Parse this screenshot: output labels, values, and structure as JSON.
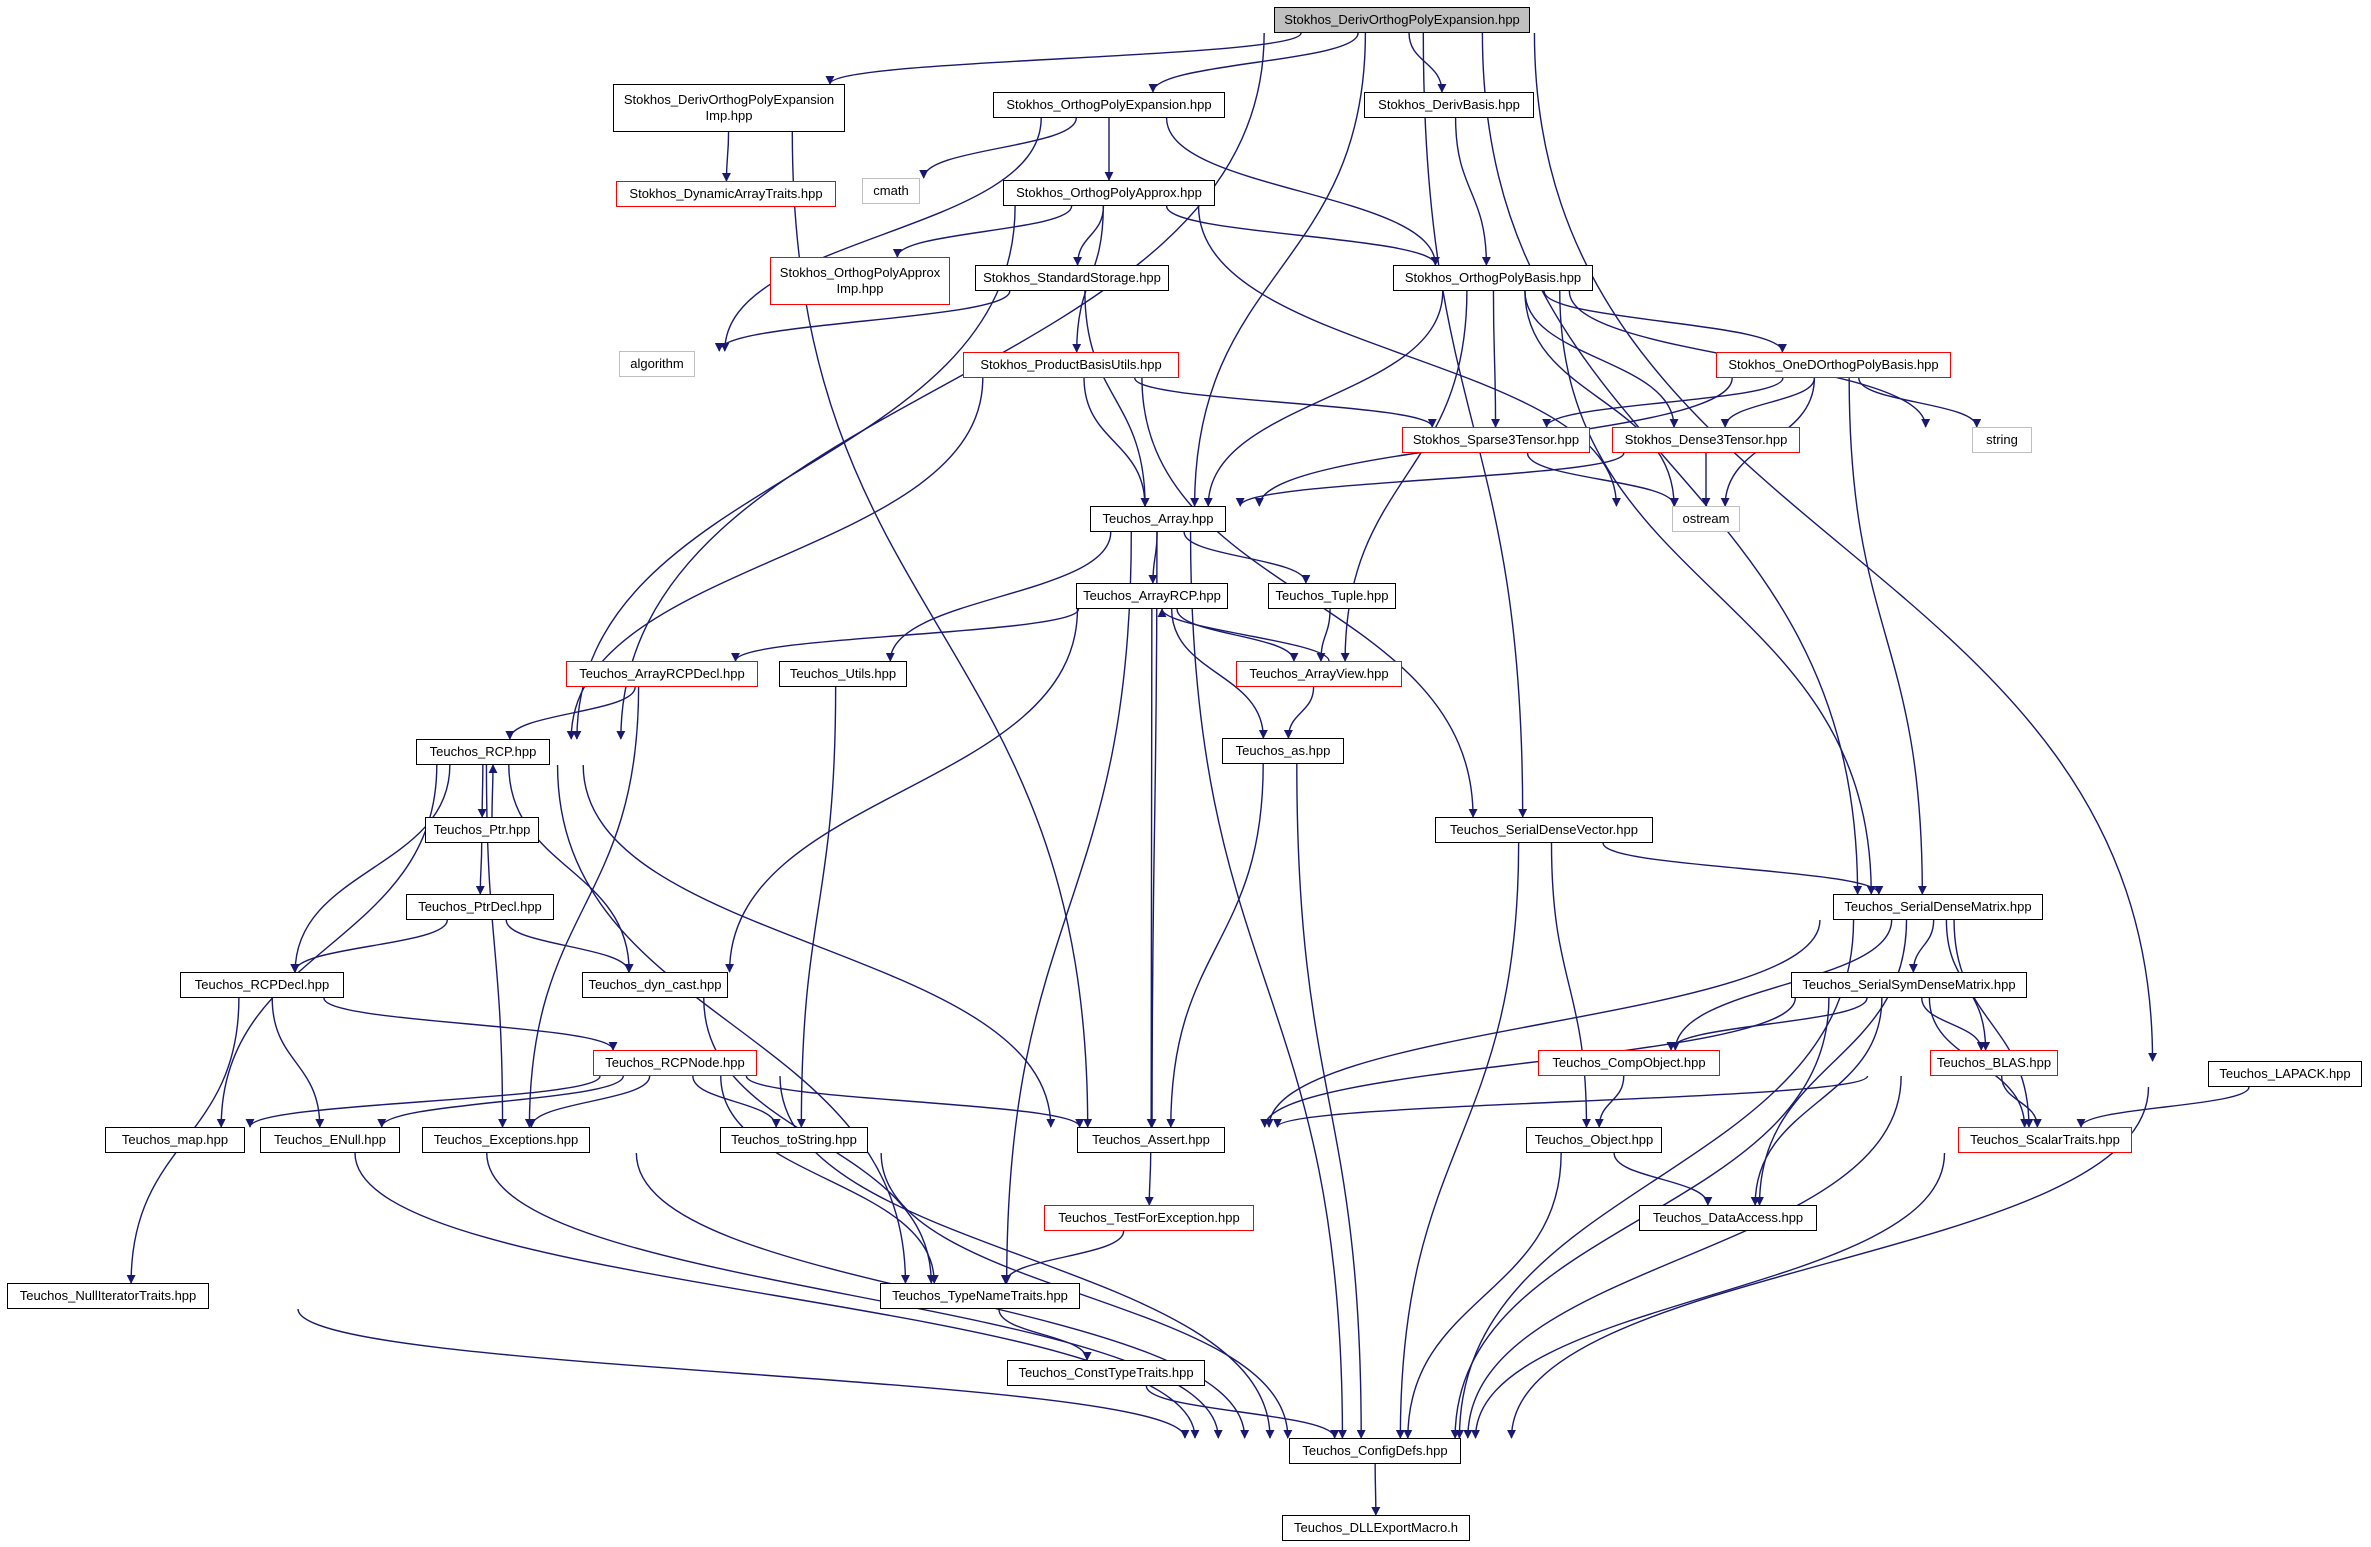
{
  "colors": {
    "edge": "#191970",
    "node_border": "#000000",
    "truncated_border": "#ff0000",
    "external_border": "#bfbfbf",
    "root_fill": "#bfbfbf"
  },
  "nodes": {
    "root": "Stokhos_DerivOrthogPolyExpansion.hpp",
    "expimp": "Stokhos_DerivOrthogPolyExpansion\nImp.hpp",
    "dyntraits": "Stokhos_DynamicArrayTraits.hpp",
    "ope": "Stokhos_OrthogPolyExpansion.hpp",
    "derivbasis": "Stokhos_DerivBasis.hpp",
    "cmath": "cmath",
    "opa": "Stokhos_OrthogPolyApprox.hpp",
    "opaimp": "Stokhos_OrthogPolyApprox\nImp.hpp",
    "stdstorage": "Stokhos_StandardStorage.hpp",
    "opb": "Stokhos_OrthogPolyBasis.hpp",
    "algorithm": "algorithm",
    "pbu": "Stokhos_ProductBasisUtils.hpp",
    "onedopb": "Stokhos_OneDOrthogPolyBasis.hpp",
    "sparse3": "Stokhos_Sparse3Tensor.hpp",
    "dense3": "Stokhos_Dense3Tensor.hpp",
    "string": "string",
    "tarray": "Teuchos_Array.hpp",
    "ostream": "ostream",
    "tarrayrcp": "Teuchos_ArrayRCP.hpp",
    "ttuple": "Teuchos_Tuple.hpp",
    "tarrayrcpdecl": "Teuchos_ArrayRCPDecl.hpp",
    "tutils": "Teuchos_Utils.hpp",
    "tarrayview": "Teuchos_ArrayView.hpp",
    "trcp": "Teuchos_RCP.hpp",
    "tas": "Teuchos_as.hpp",
    "tptr": "Teuchos_Ptr.hpp",
    "tsdv": "Teuchos_SerialDenseVector.hpp",
    "tsdm": "Teuchos_SerialDenseMatrix.hpp",
    "tptrdecl": "Teuchos_PtrDecl.hpp",
    "trcpdecl": "Teuchos_RCPDecl.hpp",
    "tdyncast": "Teuchos_dyn_cast.hpp",
    "tssdm": "Teuchos_SerialSymDenseMatrix.hpp",
    "trcpnode": "Teuchos_RCPNode.hpp",
    "tcompobj": "Teuchos_CompObject.hpp",
    "tblas": "Teuchos_BLAS.hpp",
    "tlapack": "Teuchos_LAPACK.hpp",
    "tmap": "Teuchos_map.hpp",
    "tenull": "Teuchos_ENull.hpp",
    "texceptions": "Teuchos_Exceptions.hpp",
    "ttostring": "Teuchos_toString.hpp",
    "tassert": "Teuchos_Assert.hpp",
    "tobject": "Teuchos_Object.hpp",
    "tscalar": "Teuchos_ScalarTraits.hpp",
    "ttestfor": "Teuchos_TestForException.hpp",
    "tdataaccess": "Teuchos_DataAccess.hpp",
    "tnulliter": "Teuchos_NullIteratorTraits.hpp",
    "ttypename": "Teuchos_TypeNameTraits.hpp",
    "tconsttype": "Teuchos_ConstTypeTraits.hpp",
    "tconfig": "Teuchos_ConfigDefs.hpp",
    "tdll": "Teuchos_DLLExportMacro.h"
  }
}
